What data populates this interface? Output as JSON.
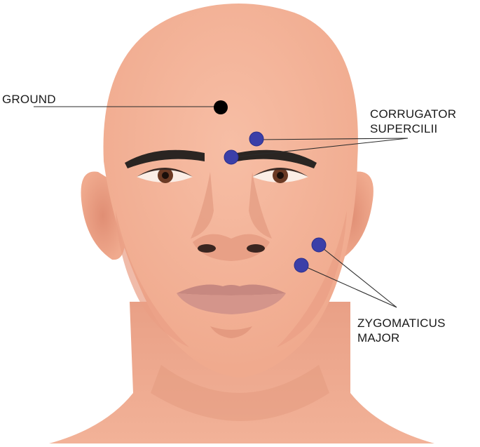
{
  "labels": {
    "ground": "GROUND",
    "corrugator_line1": "CORRUGATOR",
    "corrugator_line2": "SUPERCILII",
    "zygomaticus_line1": "ZYGOMATICUS",
    "zygomaticus_line2": "MAJOR"
  },
  "colors": {
    "skin": "#f4b49a",
    "skin_shade": "#e49a80",
    "electrode": "#3b3fa8",
    "ground_electrode": "#000000",
    "brow": "#2a2522",
    "lips": "#c78880"
  }
}
